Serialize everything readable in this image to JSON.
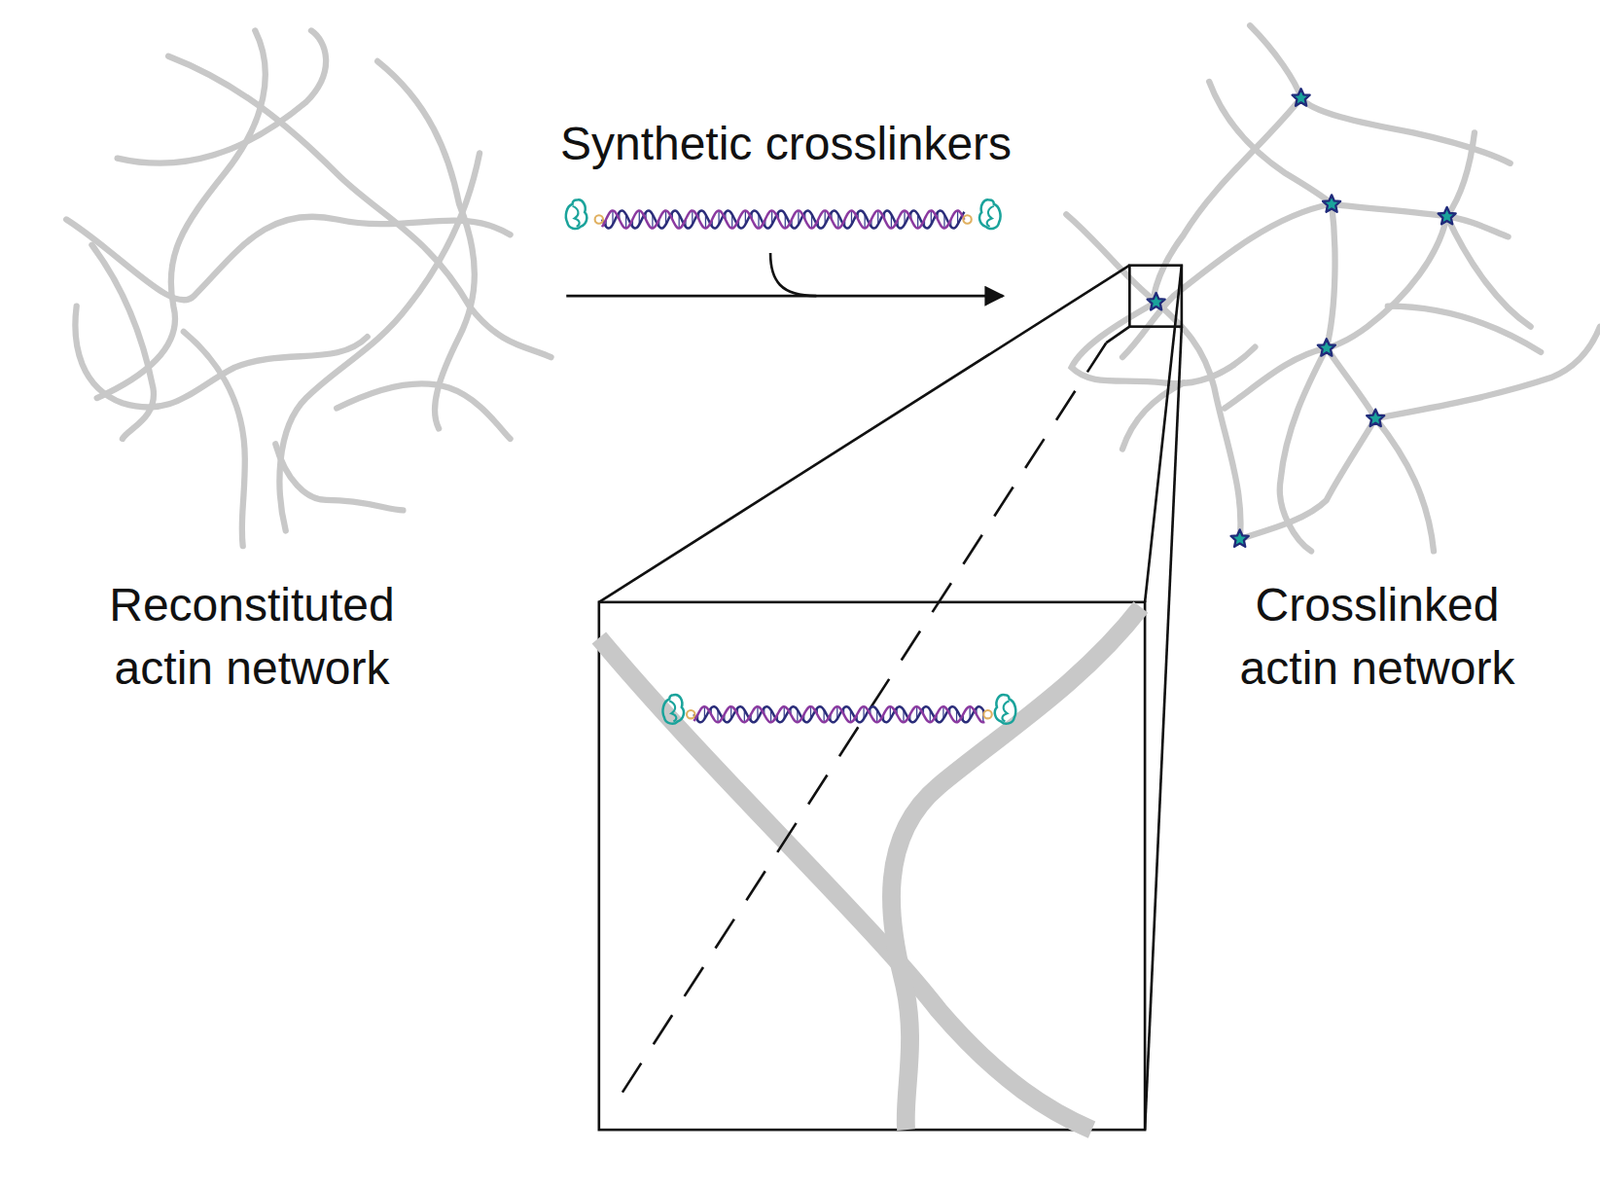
{
  "diagram": {
    "labels": [
      "Reconstituted actin network",
      "Synthetic crosslinkers",
      "Crosslinked actin network"
    ]
  }
}
